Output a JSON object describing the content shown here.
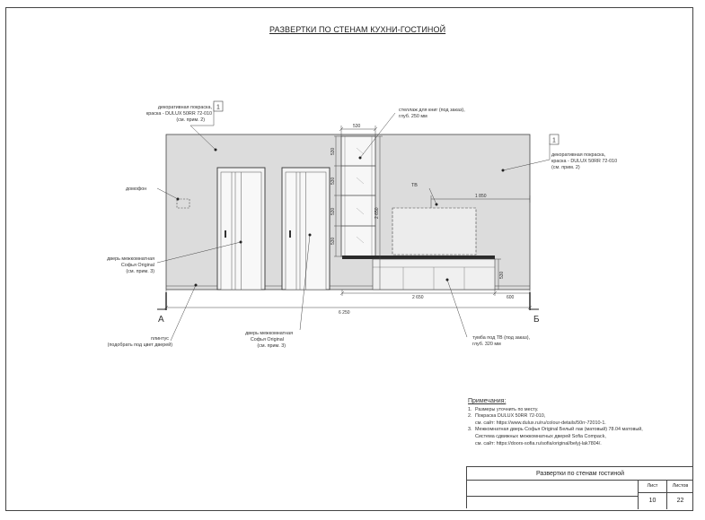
{
  "title": "РАЗВЕРТКИ ПО СТЕНАМ КУХНИ-ГОСТИНОЙ",
  "labels": {
    "paint_left_1": "декоративная покраска,",
    "paint_left_2": "краска - DULUX 50RR 72-010",
    "paint_left_3": "(см. прим. 2)",
    "paint_right_1": "декоративная покраска,",
    "paint_right_2": "краска - DULUX 50RR 72-010",
    "paint_right_3": "(см. прим. 2)",
    "callout_left": "1",
    "callout_right": "1",
    "shelf_1": "стеллаж для книг (под заказ),",
    "shelf_2": "глуб. 250 мм",
    "intercom": "домофон",
    "tv": "ТВ",
    "door_left_1": "дверь межкомнатная",
    "door_left_2": "Софья Original",
    "door_left_3": "(см. прим. 3)",
    "door_mid_1": "дверь межкомнатная",
    "door_mid_2": "Софья Original",
    "door_mid_3": "(см. прим. 3)",
    "plinth_1": "плинтус",
    "plinth_2": "(подобрать под цвет дверей)",
    "tvstand_1": "тумба под ТВ (под заказ),",
    "tvstand_2": "глуб. 320 мм",
    "section_a": "А",
    "section_b": "Б"
  },
  "dimensions": {
    "shelf_width": "530",
    "shelf_h1": "530",
    "shelf_h2": "530",
    "shelf_h3": "530",
    "shelf_h4": "530",
    "shelf_total": "2 650",
    "tv_offset": "1 850",
    "stand_height": "530",
    "stand_width": "2 650",
    "right_offset": "600",
    "total_width": "6 250"
  },
  "notes": {
    "heading": "Примечания:",
    "n1": "Размеры уточнить по месту.",
    "n2a": "Покраска DULUX 50RR 72-010,",
    "n2b": "см. сайт: https://www.dulux.ru/ru/colour-details/50rr-72010-1.",
    "n3a": "Межкомнатная дверь Софья Original Белый лак (матовый) 78.04 матовый,",
    "n3b": "Система сдвижных межкомнатных дверей Sofia Compack,",
    "n3c": "см. сайт: https://doors-sofia.ru/sofia/original/belyj-lak7804/."
  },
  "stamp": {
    "caption": "Развертки по стенам гостиной",
    "sheet_label": "Лист",
    "sheets_label": "Листов",
    "sheet_value": "10",
    "sheets_value": "22"
  },
  "colors": {
    "wall": "#dcdcdc",
    "line": "#333333",
    "dark_shelf": "#2b2b2b"
  }
}
